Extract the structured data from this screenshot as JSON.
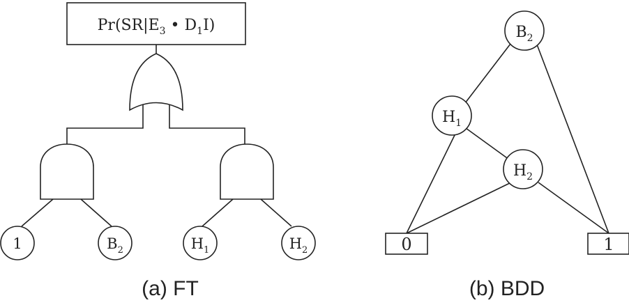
{
  "fault_tree": {
    "caption": "(a) FT",
    "top_event": {
      "prefix": "Pr(SR|E",
      "sub1": "3",
      "middle": " • D",
      "sub2": "1",
      "suffix": "I)"
    },
    "leaves": {
      "leaf1": {
        "base": "1",
        "sub": ""
      },
      "leaf2": {
        "base": "B",
        "sub": "2"
      },
      "leaf3": {
        "base": "H",
        "sub": "1"
      },
      "leaf4": {
        "base": "H",
        "sub": "2"
      }
    }
  },
  "bdd": {
    "caption": "(b) BDD",
    "nodes": {
      "b2": {
        "base": "B",
        "sub": "2"
      },
      "h1": {
        "base": "H",
        "sub": "1"
      },
      "h2": {
        "base": "H",
        "sub": "2"
      }
    },
    "terminals": {
      "zero": "0",
      "one": "1"
    }
  }
}
